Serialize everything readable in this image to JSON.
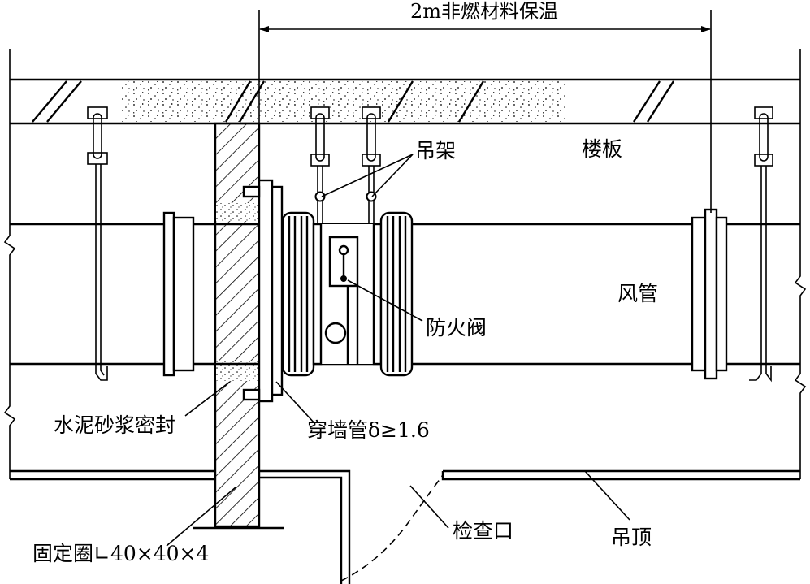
{
  "labels": {
    "insulation": "2m非燃材料保温",
    "hanger": "吊架",
    "floor_slab": "楼板",
    "duct": "风管",
    "fire_damper": "防火阀",
    "mortar_seal": "水泥砂浆密封",
    "wall_sleeve": "穿墙管δ≥1.6",
    "fixing_ring": "固定圈∟40×40×4",
    "access_port": "检查口",
    "ceiling": "吊顶"
  }
}
